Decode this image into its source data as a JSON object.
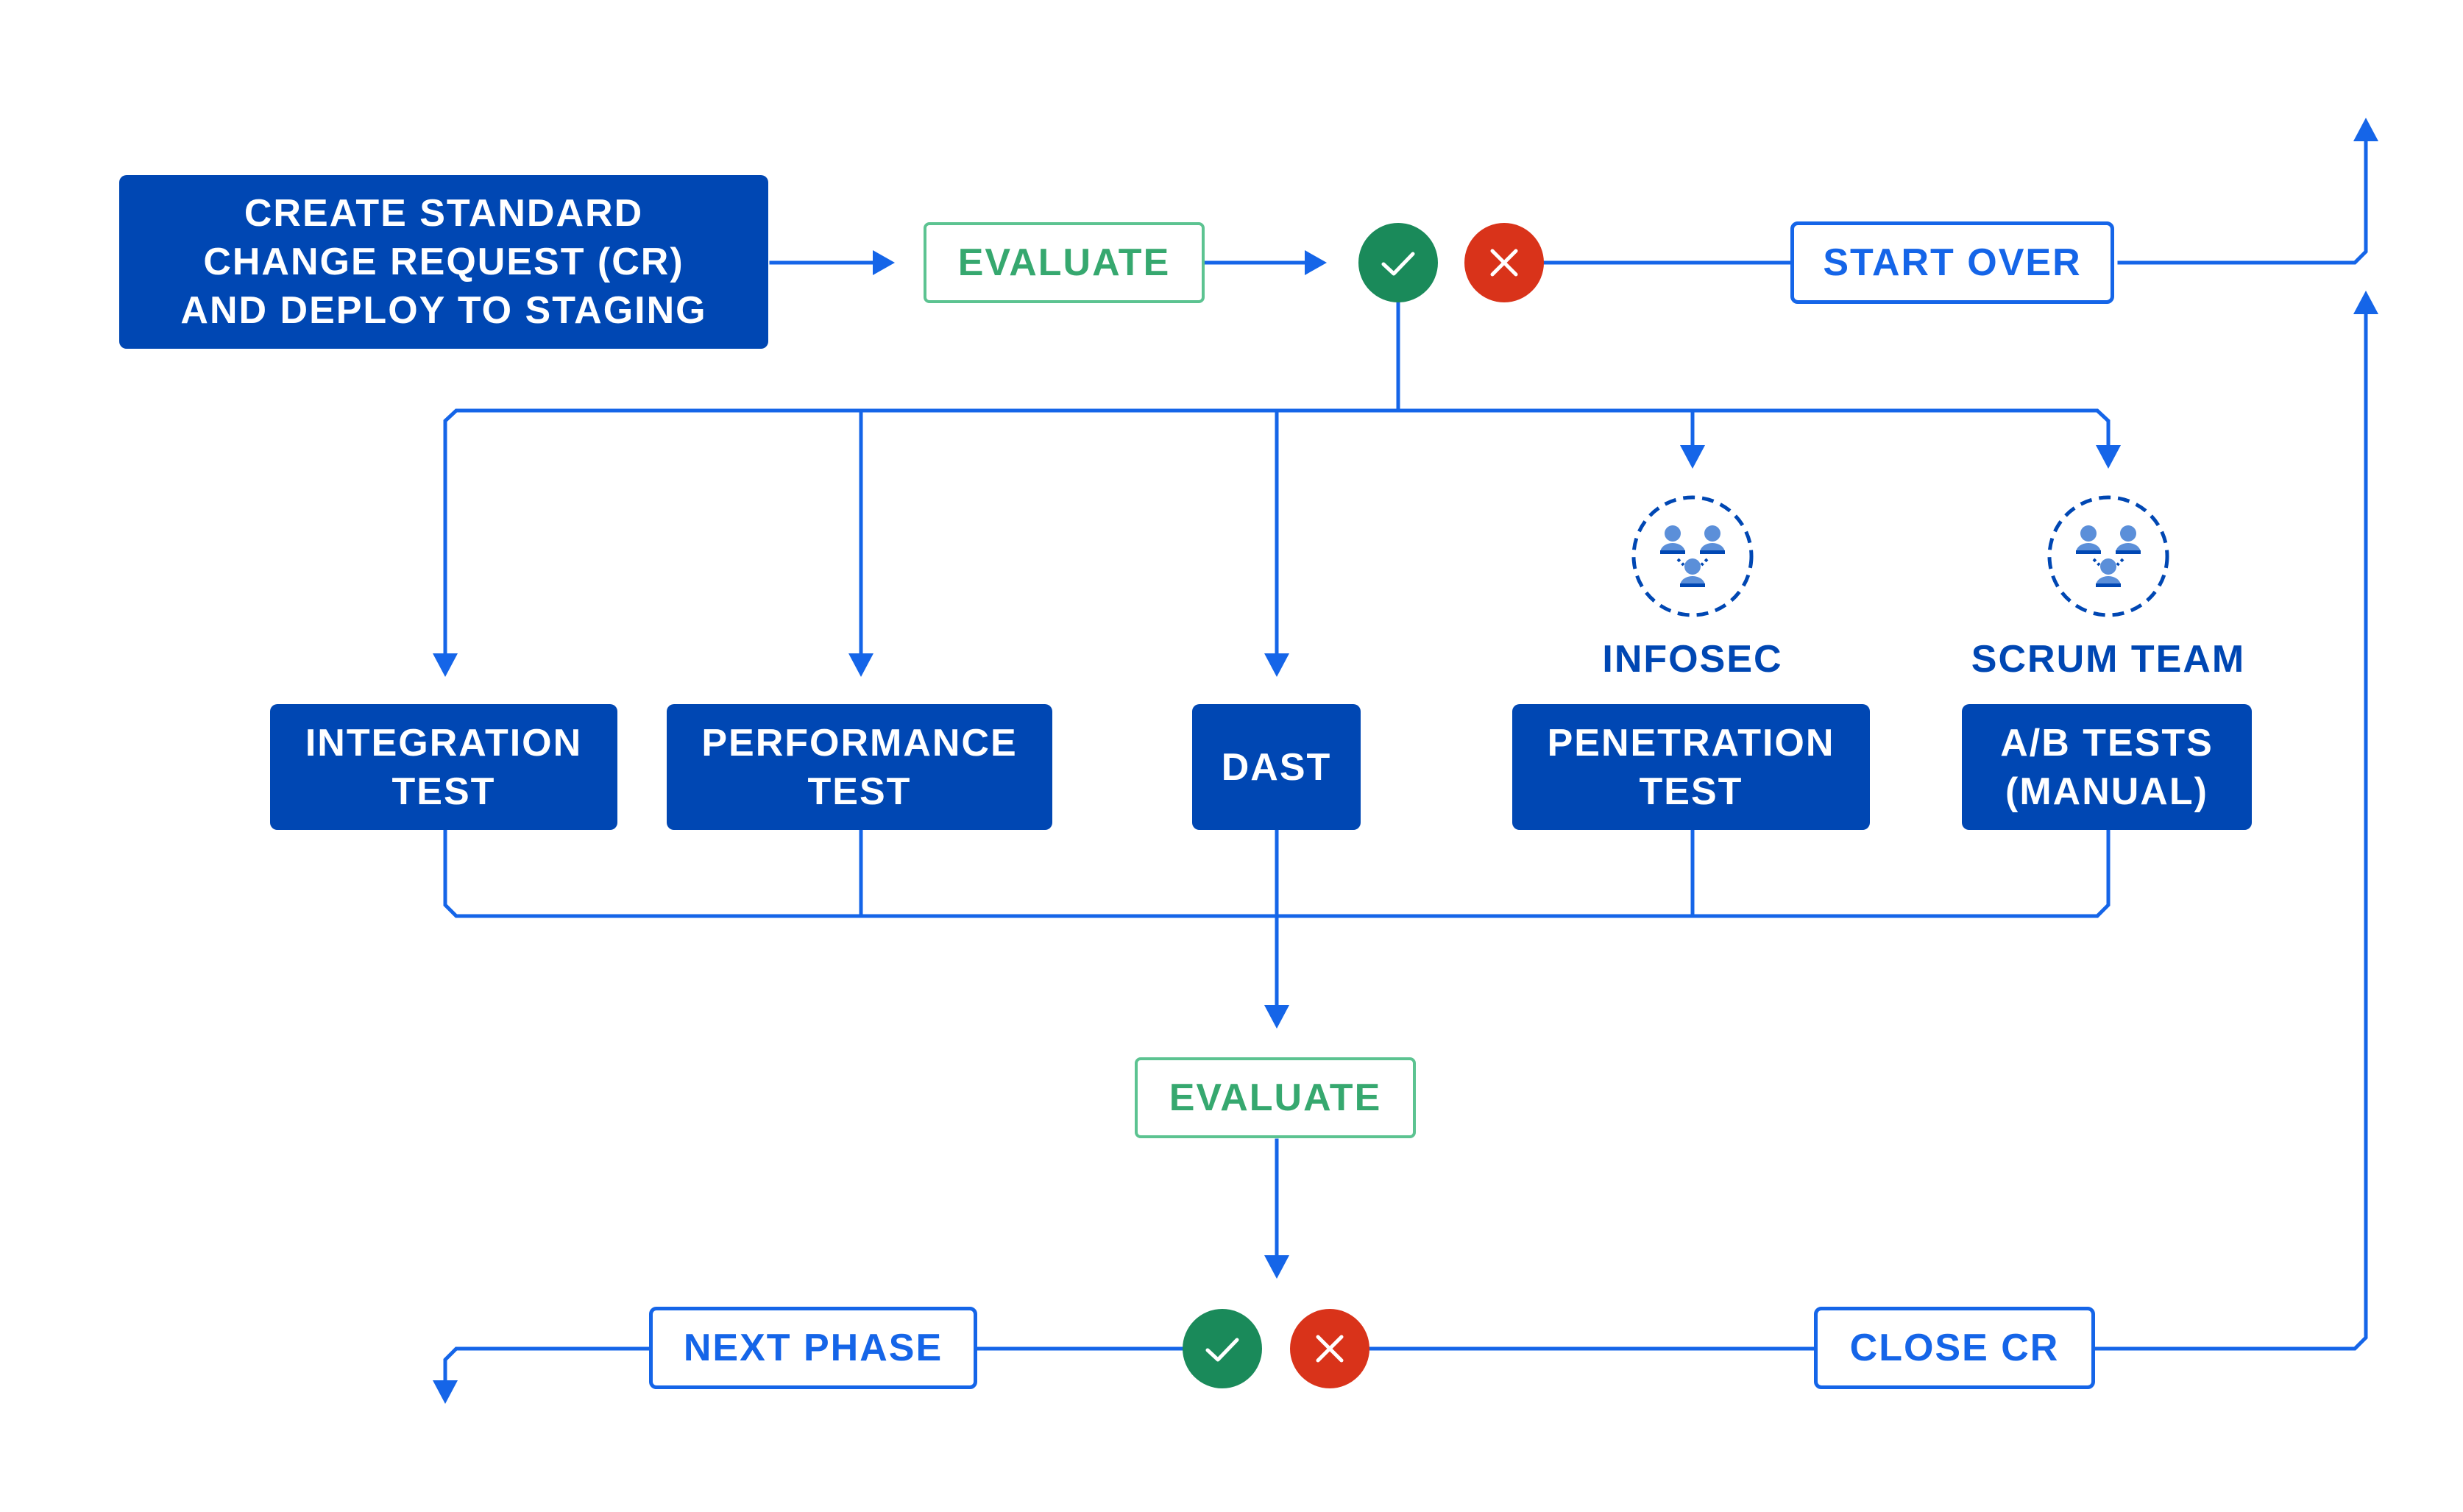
{
  "diagram": {
    "nodes": {
      "create": "CREATE STANDARD\nCHANGE REQUEST (CR)\nAND DEPLOY TO STAGING",
      "evaluate_top": "EVALUATE",
      "start_over": "START OVER",
      "integration": "INTEGRATION\nTEST",
      "performance": "PERFORMANCE\nTEST",
      "dast": "DAST",
      "penetration": "PENETRATION\nTEST",
      "ab_tests": "A/B TESTS\n(MANUAL)",
      "evaluate_bottom": "EVALUATE",
      "next_phase": "NEXT PHASE",
      "close_cr": "CLOSE CR"
    },
    "teams": {
      "infosec": "INFOSEC",
      "scrum": "SCRUM TEAM"
    },
    "icons": {
      "pass": "check-icon",
      "fail": "x-icon",
      "team": "team-icon"
    },
    "colors": {
      "dark_blue": "#0047b3",
      "line_blue": "#1565e8",
      "evaluate_green": "#36a86f",
      "pass_green": "#1a8a5a",
      "fail_red": "#d9331a"
    }
  }
}
